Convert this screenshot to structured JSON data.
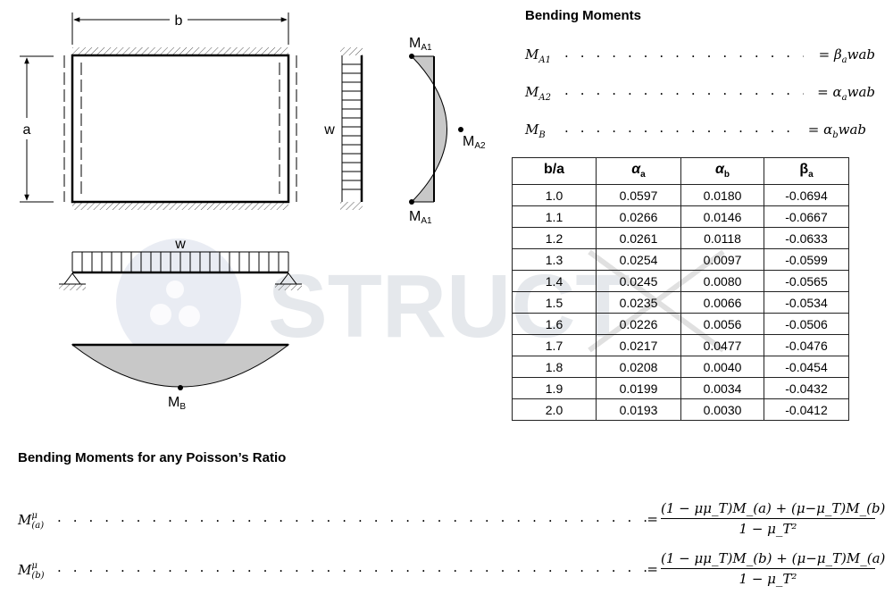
{
  "diagram": {
    "label_b": "b",
    "label_a": "a",
    "label_w_side": "w",
    "label_w_beam": "w",
    "label_ma1_top": "M",
    "label_ma1_top_sub": "A1",
    "label_ma1_bottom": "M",
    "label_ma1_bottom_sub": "A1",
    "label_ma2": "M",
    "label_ma2_sub": "A2",
    "label_mb": "M",
    "label_mb_sub": "B"
  },
  "bending_moments": {
    "title": "Bending Moments",
    "formulas": [
      {
        "lhs": "M",
        "lhs_sub": "A1",
        "rhs": "= β",
        "rhs_sub": "a",
        "rhs_tail": "wab"
      },
      {
        "lhs": "M",
        "lhs_sub": "A2",
        "rhs": "= α",
        "rhs_sub": "a",
        "rhs_tail": "wab"
      },
      {
        "lhs": "M",
        "lhs_sub": "B",
        "rhs": "= α",
        "rhs_sub": "b",
        "rhs_tail": "wab"
      }
    ]
  },
  "table": {
    "headers": [
      {
        "main": "b/a",
        "sub": ""
      },
      {
        "main": "α",
        "sub": "a"
      },
      {
        "main": "α",
        "sub": "b"
      },
      {
        "main": "β",
        "sub": "a"
      }
    ],
    "rows": [
      [
        "1.0",
        "0.0597",
        "0.0180",
        "-0.0694"
      ],
      [
        "1.1",
        "0.0266",
        "0.0146",
        "-0.0667"
      ],
      [
        "1.2",
        "0.0261",
        "0.0118",
        "-0.0633"
      ],
      [
        "1.3",
        "0.0254",
        "0.0097",
        "-0.0599"
      ],
      [
        "1.4",
        "0.0245",
        "0.0080",
        "-0.0565"
      ],
      [
        "1.5",
        "0.0235",
        "0.0066",
        "-0.0534"
      ],
      [
        "1.6",
        "0.0226",
        "0.0056",
        "-0.0506"
      ],
      [
        "1.7",
        "0.0217",
        "0.0477",
        "-0.0476"
      ],
      [
        "1.8",
        "0.0208",
        "0.0040",
        "-0.0454"
      ],
      [
        "1.9",
        "0.0199",
        "0.0034",
        "-0.0432"
      ],
      [
        "2.0",
        "0.0193",
        "0.0030",
        "-0.0412"
      ]
    ]
  },
  "poisson": {
    "title": "Bending Moments for any Poisson’s Ratio",
    "formulas": [
      {
        "lhs": "M",
        "lhs_sup": "μ",
        "lhs_sub": "(a)",
        "num": "(1 − μμ_T)M_(a) + (μ−μ_T)M_(b)",
        "den": "1 − μ_T²"
      },
      {
        "lhs": "M",
        "lhs_sup": "μ",
        "lhs_sub": "(b)",
        "num": "(1 − μμ_T)M_(b) + (μ−μ_T)M_(a)",
        "den": "1 − μ_T²"
      }
    ]
  },
  "watermark": {
    "text": "STRUCT"
  },
  "colors": {
    "moment_fill": "#c8c8c8",
    "watermark": "#d9dee8",
    "line": "#000000"
  }
}
